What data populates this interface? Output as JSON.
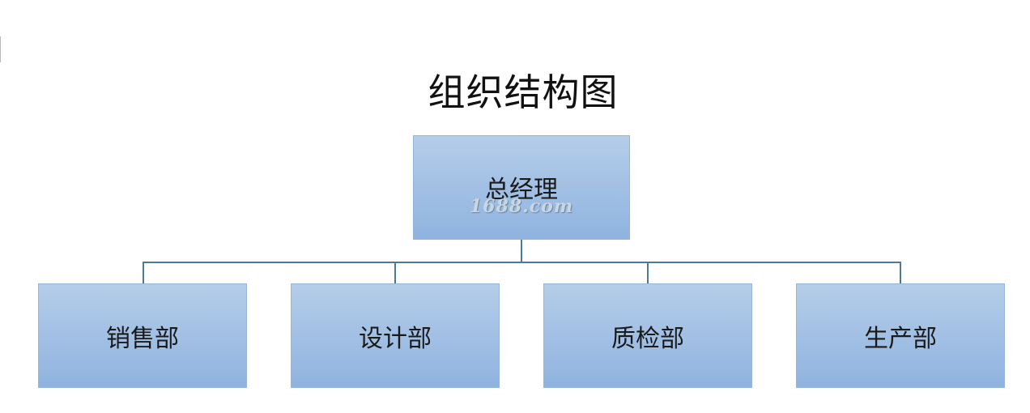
{
  "title": "组织结构图",
  "root": {
    "label": "总经理",
    "watermark": "1688.com"
  },
  "departments": [
    {
      "label": "销售部"
    },
    {
      "label": "设计部"
    },
    {
      "label": "质检部"
    },
    {
      "label": "生产部"
    }
  ],
  "colors": {
    "box_top": "#b5cde9",
    "box_bottom": "#8fb3df",
    "connector": "#4e7a98"
  }
}
